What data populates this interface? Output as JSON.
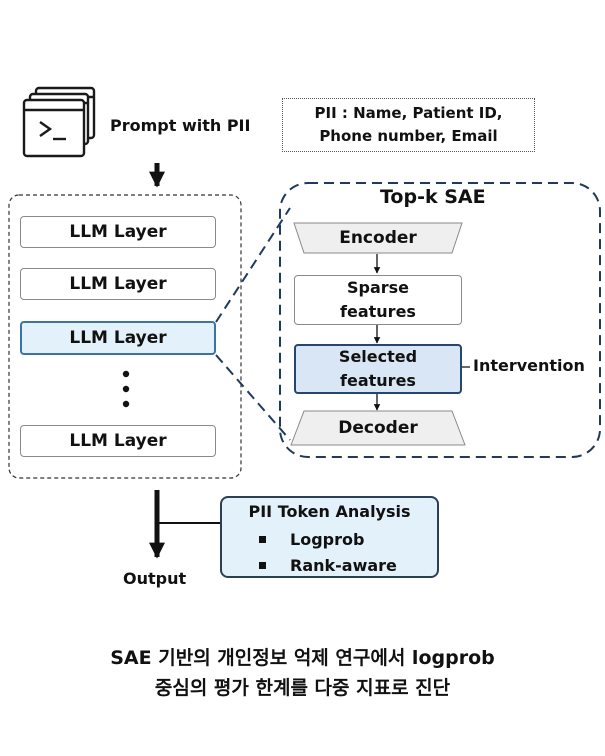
{
  "prompt": {
    "label": "Prompt with PII"
  },
  "pii_box": {
    "line1": "PII : Name, Patient ID,",
    "line2": "Phone number, Email"
  },
  "llm_stack": {
    "layers": [
      "LLM Layer",
      "LLM Layer",
      "LLM Layer",
      "LLM Layer"
    ],
    "selected_index": 2
  },
  "sae": {
    "title": "Top-k SAE",
    "encoder": "Encoder",
    "sparse_line1": "Sparse",
    "sparse_line2": "features",
    "selected_line1": "Selected",
    "selected_line2": "features",
    "decoder": "Decoder",
    "intervention": "Intervention"
  },
  "analysis": {
    "title": "PII Token Analysis",
    "items": [
      "Logprob",
      "Rank-aware"
    ]
  },
  "output": {
    "label": "Output"
  },
  "caption": {
    "line1": "SAE 기반의 개인정보 억제 연구에서 logprob",
    "line2": "중심의 평가 한계를 다중 지표로 진단"
  },
  "colors": {
    "selected_layer_fill": "#e3f1fa",
    "selected_layer_border": "#3a73a8",
    "selected_feature_fill": "#d9e6f5",
    "sae_border": "#1f3a5a",
    "trapezoid_fill": "#efefef"
  }
}
